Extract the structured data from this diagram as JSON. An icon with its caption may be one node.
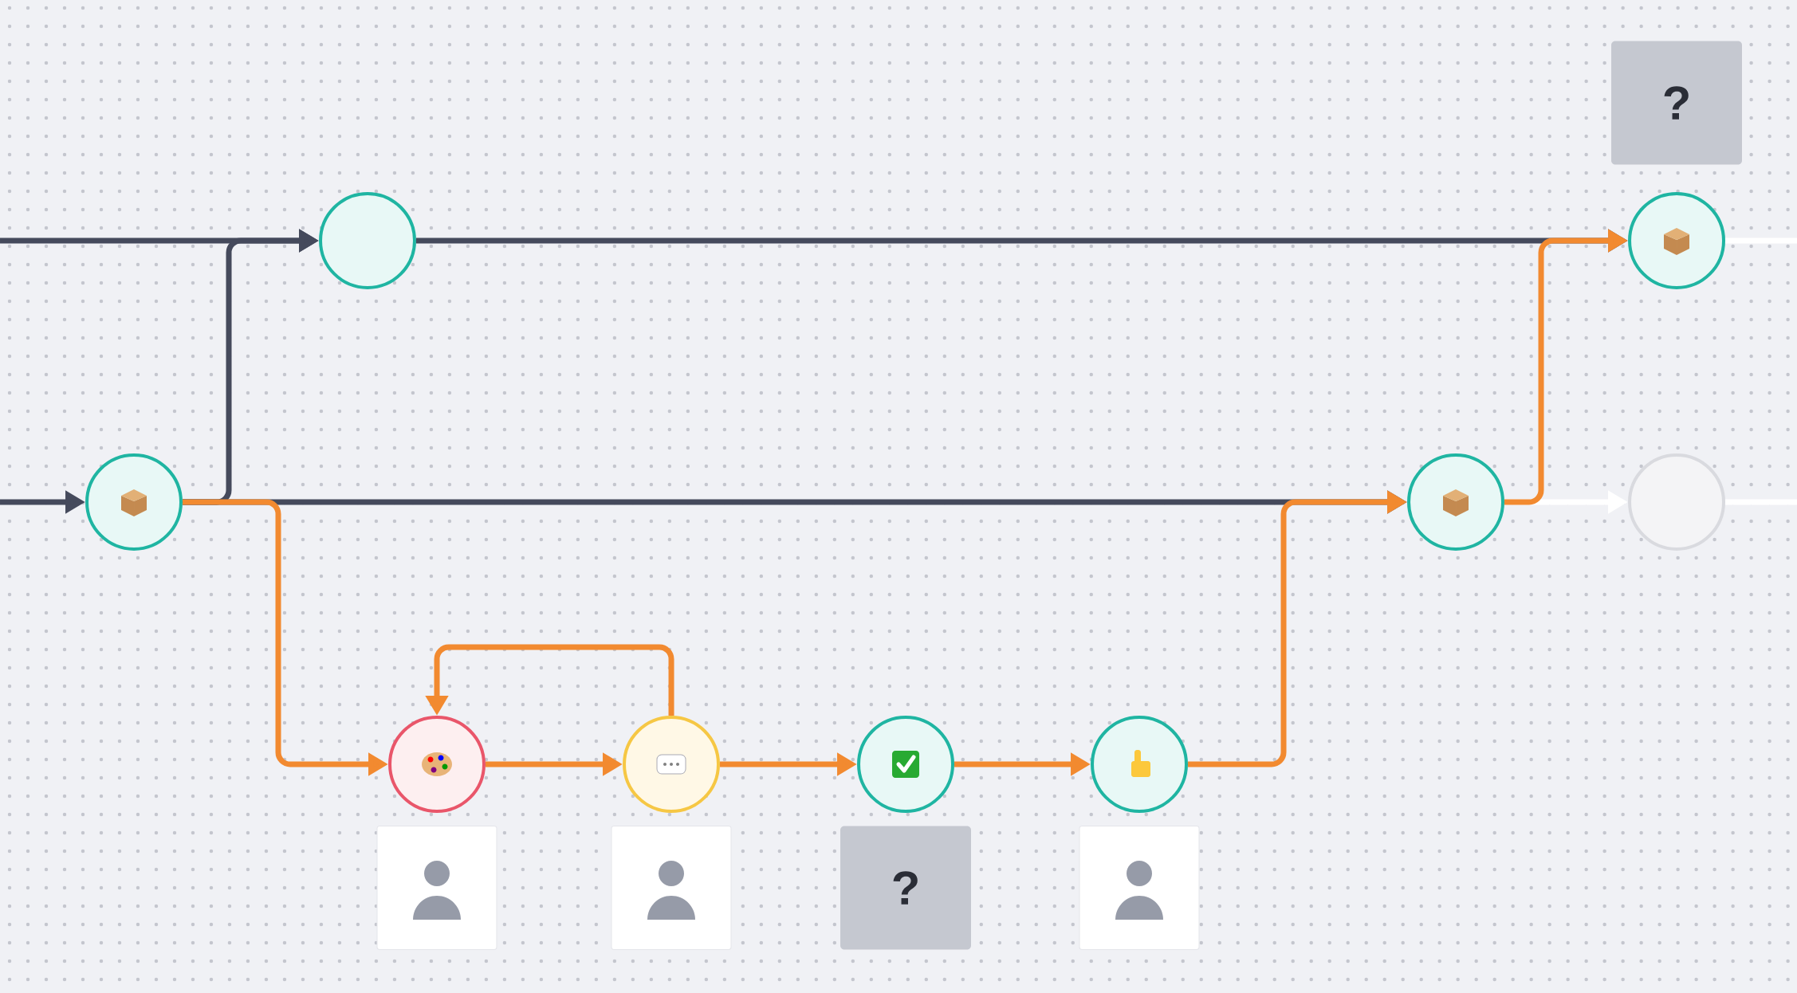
{
  "diagram": {
    "nodes": [
      {
        "text": [
          "?"
        ]
      },
      {
        "text": [],
        "shape": "circle"
      },
      {
        "text": [],
        "shape": "circle"
      },
      {
        "text": [],
        "shape": "circle"
      },
      {
        "text": [],
        "shape": "circle"
      },
      {
        "text": [],
        "shape": "circle"
      },
      {
        "text": [],
        "shape": "circle"
      },
      {
        "text": [],
        "shape": "circle"
      },
      {
        "text": [],
        "shape": "circle"
      },
      {
        "text": [],
        "shape": "circle"
      },
      {
        "text": [],
        "shape": "picture"
      },
      {
        "text": [],
        "shape": "picture"
      },
      {
        "text": [
          "?"
        ]
      },
      {
        "text": [],
        "shape": "picture"
      }
    ],
    "edges": [
      {
        "from": null,
        "to": 3,
        "arrow": "to",
        "color": "#454a5c"
      },
      {
        "from": null,
        "to": 1,
        "arrow": "to",
        "color": "#454a5c"
      },
      {
        "from": 3,
        "to": 1,
        "arrow": "to",
        "color": "#454a5c"
      },
      {
        "from": 3,
        "to": 4,
        "arrow": "to",
        "color": "#454a5c"
      },
      {
        "from": 1,
        "to": 2,
        "arrow": "to",
        "color": "#454a5c"
      },
      {
        "from": 3,
        "to": 6,
        "arrow": "to"
      },
      {
        "from": 6,
        "to": 7,
        "arrow": "to"
      },
      {
        "from": 7,
        "to": 6,
        "arrow": "to"
      },
      {
        "from": 7,
        "to": 8,
        "arrow": "to"
      },
      {
        "from": 8,
        "to": 9,
        "arrow": "to"
      },
      {
        "from": 9,
        "to": 4,
        "arrow": "to"
      },
      {
        "from": 4,
        "to": 2,
        "arrow": "to"
      },
      {
        "from": 4,
        "to": 5,
        "arrow": "to",
        "color": "#ffffff"
      },
      {
        "from": 5,
        "to": null,
        "arrow": "none",
        "color": "#ffffff"
      },
      {
        "from": 2,
        "to": null,
        "arrow": "none",
        "color": "#ffffff"
      }
    ]
  }
}
